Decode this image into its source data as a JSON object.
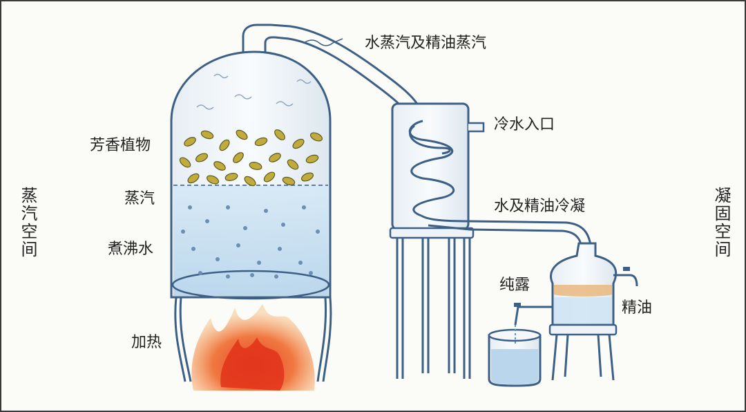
{
  "labels": {
    "left_side": "蒸汽空间",
    "right_side": "凝固空间",
    "plants": "芳香植物",
    "steam": "蒸汽",
    "boiling_water": "煮沸水",
    "heating": "加热",
    "vapor_out": "水蒸汽及精油蒸汽",
    "cold_water_in": "冷水入口",
    "condensed": "水及精油冷凝",
    "hydrosol": "纯露",
    "essential_oil": "精油"
  },
  "colors": {
    "outline": "#3c5f86",
    "water": "#cfe4f3",
    "oil": "#e9b77e",
    "leaf": "#b8a23a",
    "flame": "#e8431f",
    "flame_outer": "#f4a25a"
  }
}
